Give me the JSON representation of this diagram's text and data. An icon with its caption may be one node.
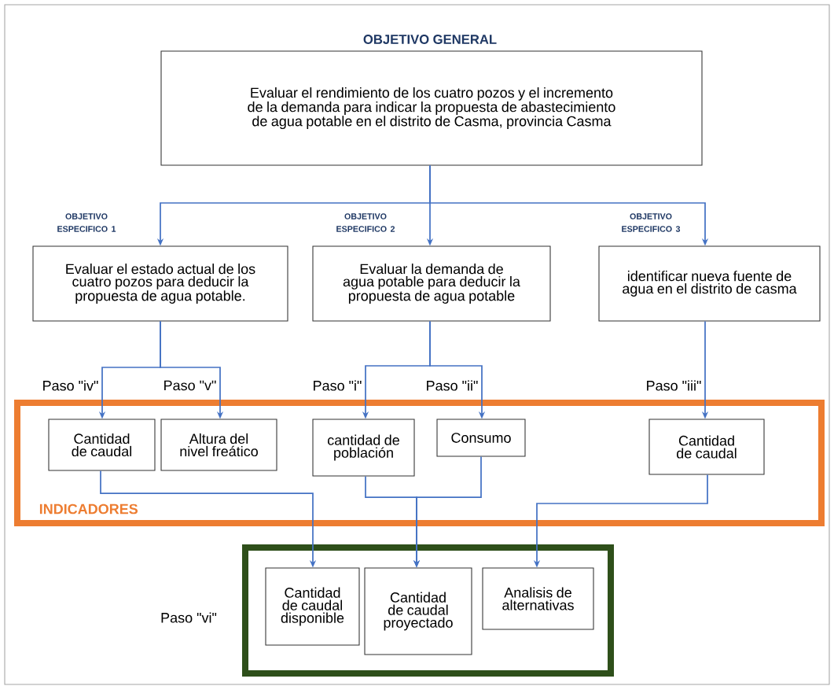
{
  "diagram": {
    "nodes": [
      {
        "text": [
          "OBJETIVO GENERAL",
          "Evaluar el rendimiento de los cuatro pozos y el incremento de la demanda para indicar la propuesta de abastecimiento de agua potable en el distrito de Casma, provincia Casma"
        ]
      },
      {
        "text": [
          "OBJETIVO ESPECIFICO 1",
          "Evaluar el estado actual de los cuatro pozos para deducir la propuesta de agua potable."
        ]
      },
      {
        "text": [
          "OBJETIVO ESPECIFICO 2",
          "Evaluar la demanda de agua potable para deducir la propuesta de agua potable"
        ]
      },
      {
        "text": [
          "OBJETIVO ESPECIFICO 3",
          "identificar nueva fuente de agua en el distrito de casma"
        ]
      },
      {
        "text": [
          "INDICADORES"
        ]
      },
      {
        "text": [
          "Cantidad de caudal"
        ],
        "in": 4
      },
      {
        "text": [
          "Altura del nivel freático"
        ],
        "in": 4
      },
      {
        "text": [
          "cantidad de población"
        ],
        "in": 4
      },
      {
        "text": [
          "Consumo"
        ],
        "in": 4
      },
      {
        "text": [
          "Cantidad de caudal"
        ],
        "in": 4
      },
      {
        "text": [],
        "shape": "box",
        "beside": [
          "Paso \"vi\""
        ]
      },
      {
        "text": [
          "Cantidad de caudal disponible"
        ],
        "in": 10
      },
      {
        "text": [
          "Cantidad de caudal proyectado"
        ],
        "in": 10
      },
      {
        "text": [
          "Analisis de alternativas"
        ],
        "in": 10
      }
    ],
    "edges": [
      {
        "from": 0,
        "to": 1,
        "arrow": "to"
      },
      {
        "from": 0,
        "to": 2,
        "arrow": "to"
      },
      {
        "from": 0,
        "to": 3,
        "arrow": "to"
      },
      {
        "from": 1,
        "to": 5,
        "arrow": "to",
        "label": "Paso \"iv\""
      },
      {
        "from": 1,
        "to": 6,
        "arrow": "to",
        "label": "Paso \"v\""
      },
      {
        "from": 2,
        "to": 7,
        "arrow": "to",
        "label": "Paso \"i\""
      },
      {
        "from": 2,
        "to": 8,
        "arrow": "to",
        "label": "Paso \"ii\""
      },
      {
        "from": 3,
        "to": 9,
        "arrow": "to",
        "label": "Paso \"iii\""
      },
      {
        "from": 5,
        "to": 11,
        "arrow": "to"
      },
      {
        "from": 7,
        "to": 12,
        "arrow": "to"
      },
      {
        "from": 8,
        "to": 12,
        "arrow": "to"
      },
      {
        "from": 9,
        "to": 13,
        "arrow": "to"
      }
    ]
  }
}
